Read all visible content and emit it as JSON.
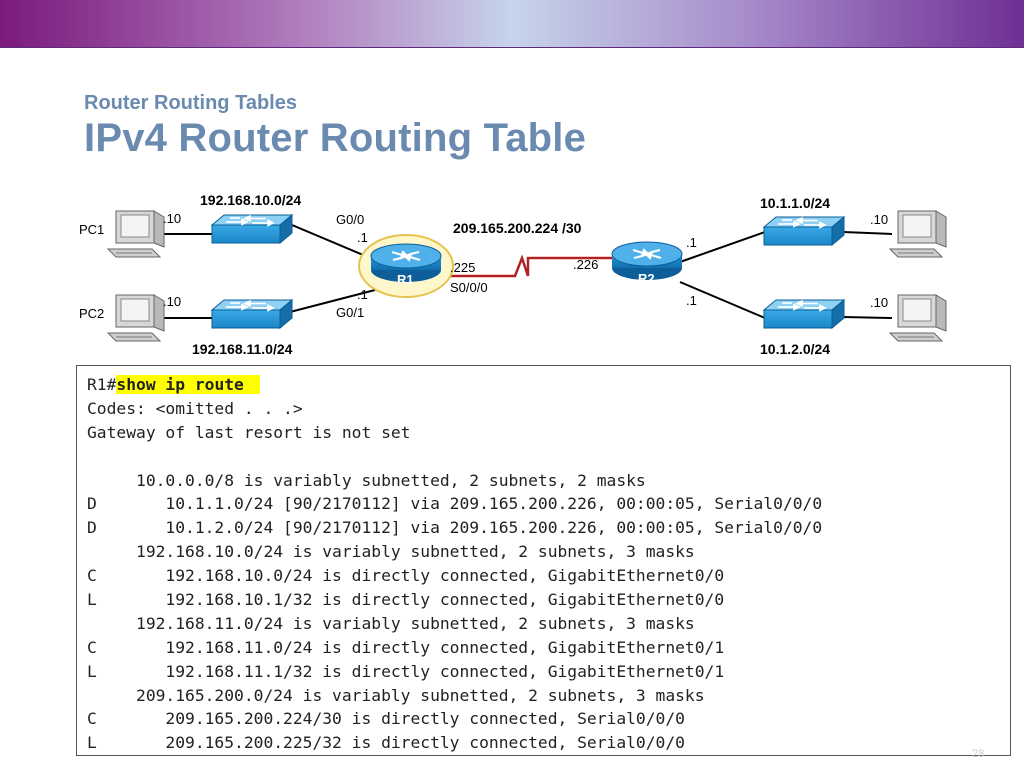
{
  "slide": {
    "subtitle": "Router Routing Tables",
    "title": "IPv4 Router Routing Table",
    "page_number": "28"
  },
  "topology": {
    "pc1_label": "PC1",
    "pc2_label": "PC2",
    "pc1_host": ".10",
    "pc2_host": ".10",
    "r1_label": "R1",
    "r2_label": "R2",
    "lan1": "192.168.10.0/24",
    "lan2": "192.168.11.0/24",
    "wan": "209.165.200.224 /30",
    "r1_g00": "G0/0",
    "r1_g00_ip": ".1",
    "r1_g01": "G0/1",
    "r1_g01_ip": ".1",
    "r1_s000_ip": ".225",
    "r1_s000": "S0/0/0",
    "r2_s000_ip": ".226",
    "r2_top_ip": ".1",
    "r2_bottom_ip": ".1",
    "r2_lan1": "10.1.1.0/24",
    "r2_lan2": "10.1.2.0/24",
    "r2_pc_top_host": ".10",
    "r2_pc_bottom_host": ".10"
  },
  "console": {
    "prompt": "R1#",
    "command": "show ip route",
    "lines": [
      "Codes: <omitted . . .>",
      "Gateway of last resort is not set",
      "",
      "     10.0.0.0/8 is variably subnetted, 2 subnets, 2 masks",
      "D       10.1.1.0/24 [90/2170112] via 209.165.200.226, 00:00:05, Serial0/0/0",
      "D       10.1.2.0/24 [90/2170112] via 209.165.200.226, 00:00:05, Serial0/0/0",
      "     192.168.10.0/24 is variably subnetted, 2 subnets, 3 masks",
      "C       192.168.10.0/24 is directly connected, GigabitEthernet0/0",
      "L       192.168.10.1/32 is directly connected, GigabitEthernet0/0",
      "     192.168.11.0/24 is variably subnetted, 2 subnets, 3 masks",
      "C       192.168.11.0/24 is directly connected, GigabitEthernet0/1",
      "L       192.168.11.1/32 is directly connected, GigabitEthernet0/1",
      "     209.165.200.0/24 is variably subnetted, 2 subnets, 3 masks",
      "C       209.165.200.224/30 is directly connected, Serial0/0/0",
      "L       209.165.200.225/32 is directly connected, Serial0/0/0"
    ]
  },
  "colors": {
    "title": "#6a8ab0",
    "highlight": "#ffff00",
    "serial_link": "#b22222",
    "device_blue": "#1f8fd0"
  },
  "icons": [
    "pc-icon",
    "switch-icon",
    "router-icon"
  ]
}
